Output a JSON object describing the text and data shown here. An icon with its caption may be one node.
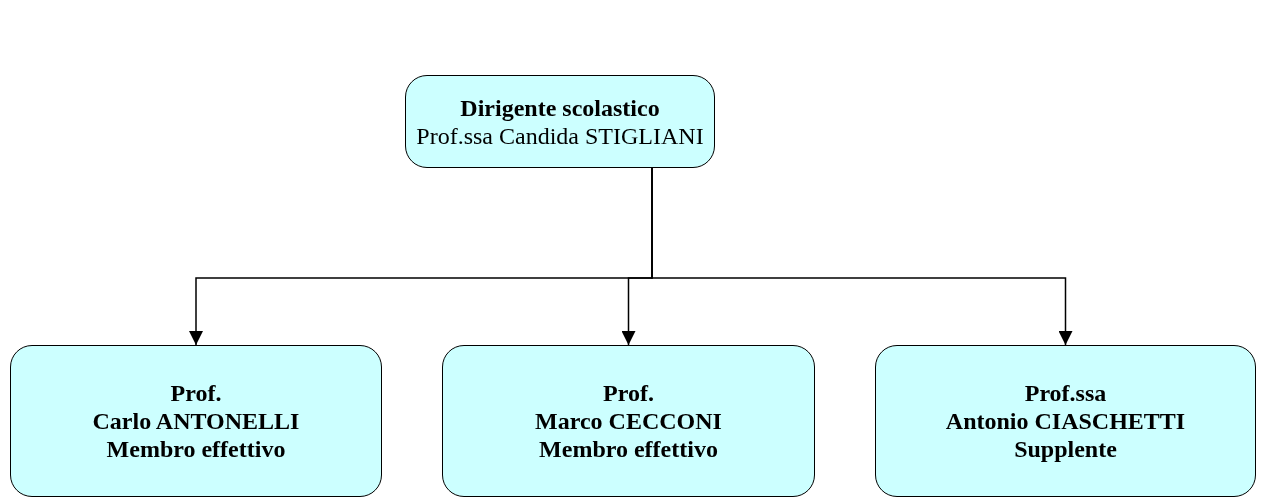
{
  "diagram": {
    "nodes": [
      {
        "text": [
          "Dirigente scolastico",
          "Prof.ssa Candida STIGLIANI"
        ]
      },
      {
        "text": [
          "Prof.",
          "Carlo ANTONELLI",
          "Membro effettivo"
        ]
      },
      {
        "text": [
          "Prof.",
          "Marco CECCONI",
          "Membro effettivo"
        ]
      },
      {
        "text": [
          "Prof.ssa",
          "Antonio CIASCHETTI",
          "Supplente"
        ]
      }
    ],
    "edges": [
      {
        "from": 0,
        "to": 1,
        "arrow": "to"
      },
      {
        "from": 0,
        "to": 2,
        "arrow": "to"
      },
      {
        "from": 0,
        "to": 3,
        "arrow": "to"
      }
    ]
  }
}
